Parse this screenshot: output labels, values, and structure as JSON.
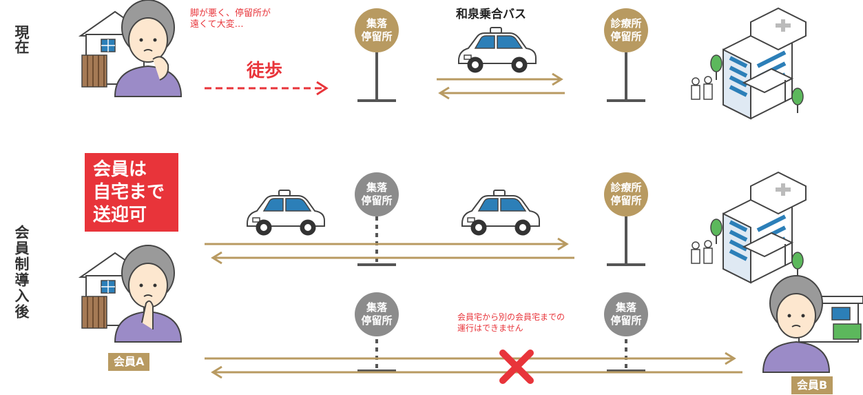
{
  "sections": {
    "current": "現在",
    "after": "会員制導入後"
  },
  "current": {
    "complaint": [
      "脚が悪く、停留所が",
      "遠くて大変…"
    ],
    "walk_label": "徒歩",
    "bus_title": "和泉乗合バス",
    "stop_village": [
      "集落",
      "停留所"
    ],
    "stop_clinic": [
      "診療所",
      "停留所"
    ]
  },
  "after": {
    "callout": [
      "会員は",
      "自宅まで",
      "送迎可"
    ],
    "stop_village": [
      "集落",
      "停留所"
    ],
    "stop_clinic": [
      "診療所",
      "停留所"
    ],
    "stop_village_2": [
      "集落",
      "停留所"
    ],
    "stop_village_3": [
      "集落",
      "停留所"
    ],
    "not_allowed_note": [
      "会員宅から別の会員宅までの",
      "運行はできません"
    ],
    "member_a": "会員A",
    "member_b": "会員B"
  },
  "colors": {
    "gold": "#b89a61",
    "gray": "#8c8c8c",
    "red": "#e8343a",
    "taxi_blue": "#2c7fb8"
  }
}
